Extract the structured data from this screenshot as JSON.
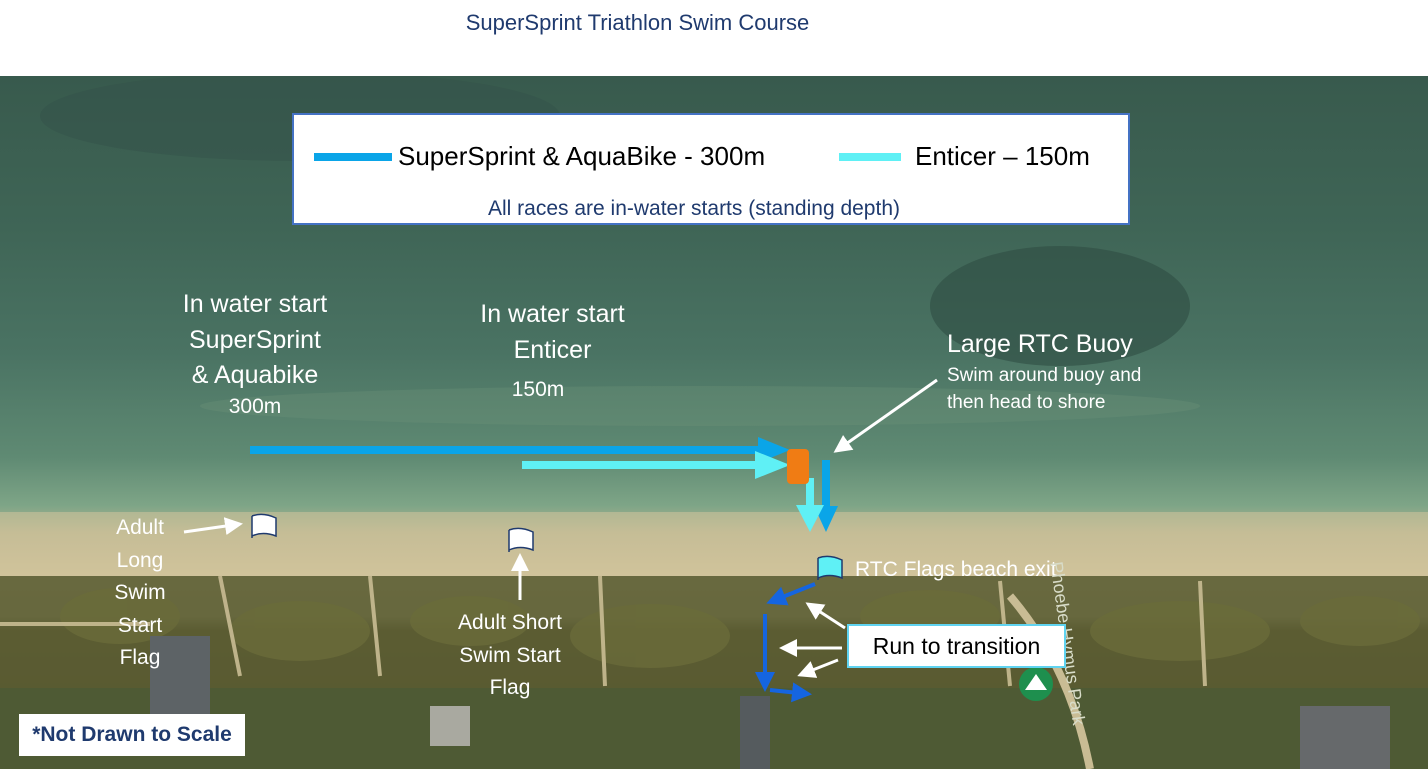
{
  "title": "SuperSprint Triathlon Swim Course",
  "legend": {
    "supersprint_label": "SuperSprint & AquaBike - 300m",
    "enticer_label": "Enticer – 150m",
    "note": "All races are in-water starts (standing depth)"
  },
  "labels": {
    "start_supersprint": [
      "In water start",
      "SuperSprint",
      "& Aquabike"
    ],
    "start_supersprint_distance": "300m",
    "start_enticer": [
      "In water start",
      "Enticer"
    ],
    "start_enticer_distance": "150m",
    "buoy_title": "Large RTC Buoy",
    "buoy_instructions": [
      "Swim around buoy and",
      "then head to shore"
    ],
    "adult_long": [
      "Adult",
      "Long",
      "Swim",
      "Start",
      "Flag"
    ],
    "adult_short": [
      "Adult Short",
      "Swim Start",
      "Flag"
    ],
    "beach_exit": "RTC Flags beach exit",
    "run_to_transition": "Run to transition",
    "not_to_scale": "*Not Drawn to Scale",
    "park_name": "Phoebe Hymus Park"
  },
  "colors": {
    "supersprint_route": "#0aa5e8",
    "enticer_route": "#5ff0f5",
    "buoy": "#f07c14",
    "run_route": "#1565e0",
    "title_text": "#1f3a6e",
    "legend_border": "#4472c4"
  },
  "icons": [
    "flag-icon",
    "buoy-icon",
    "park-marker-icon",
    "arrow-icon"
  ]
}
